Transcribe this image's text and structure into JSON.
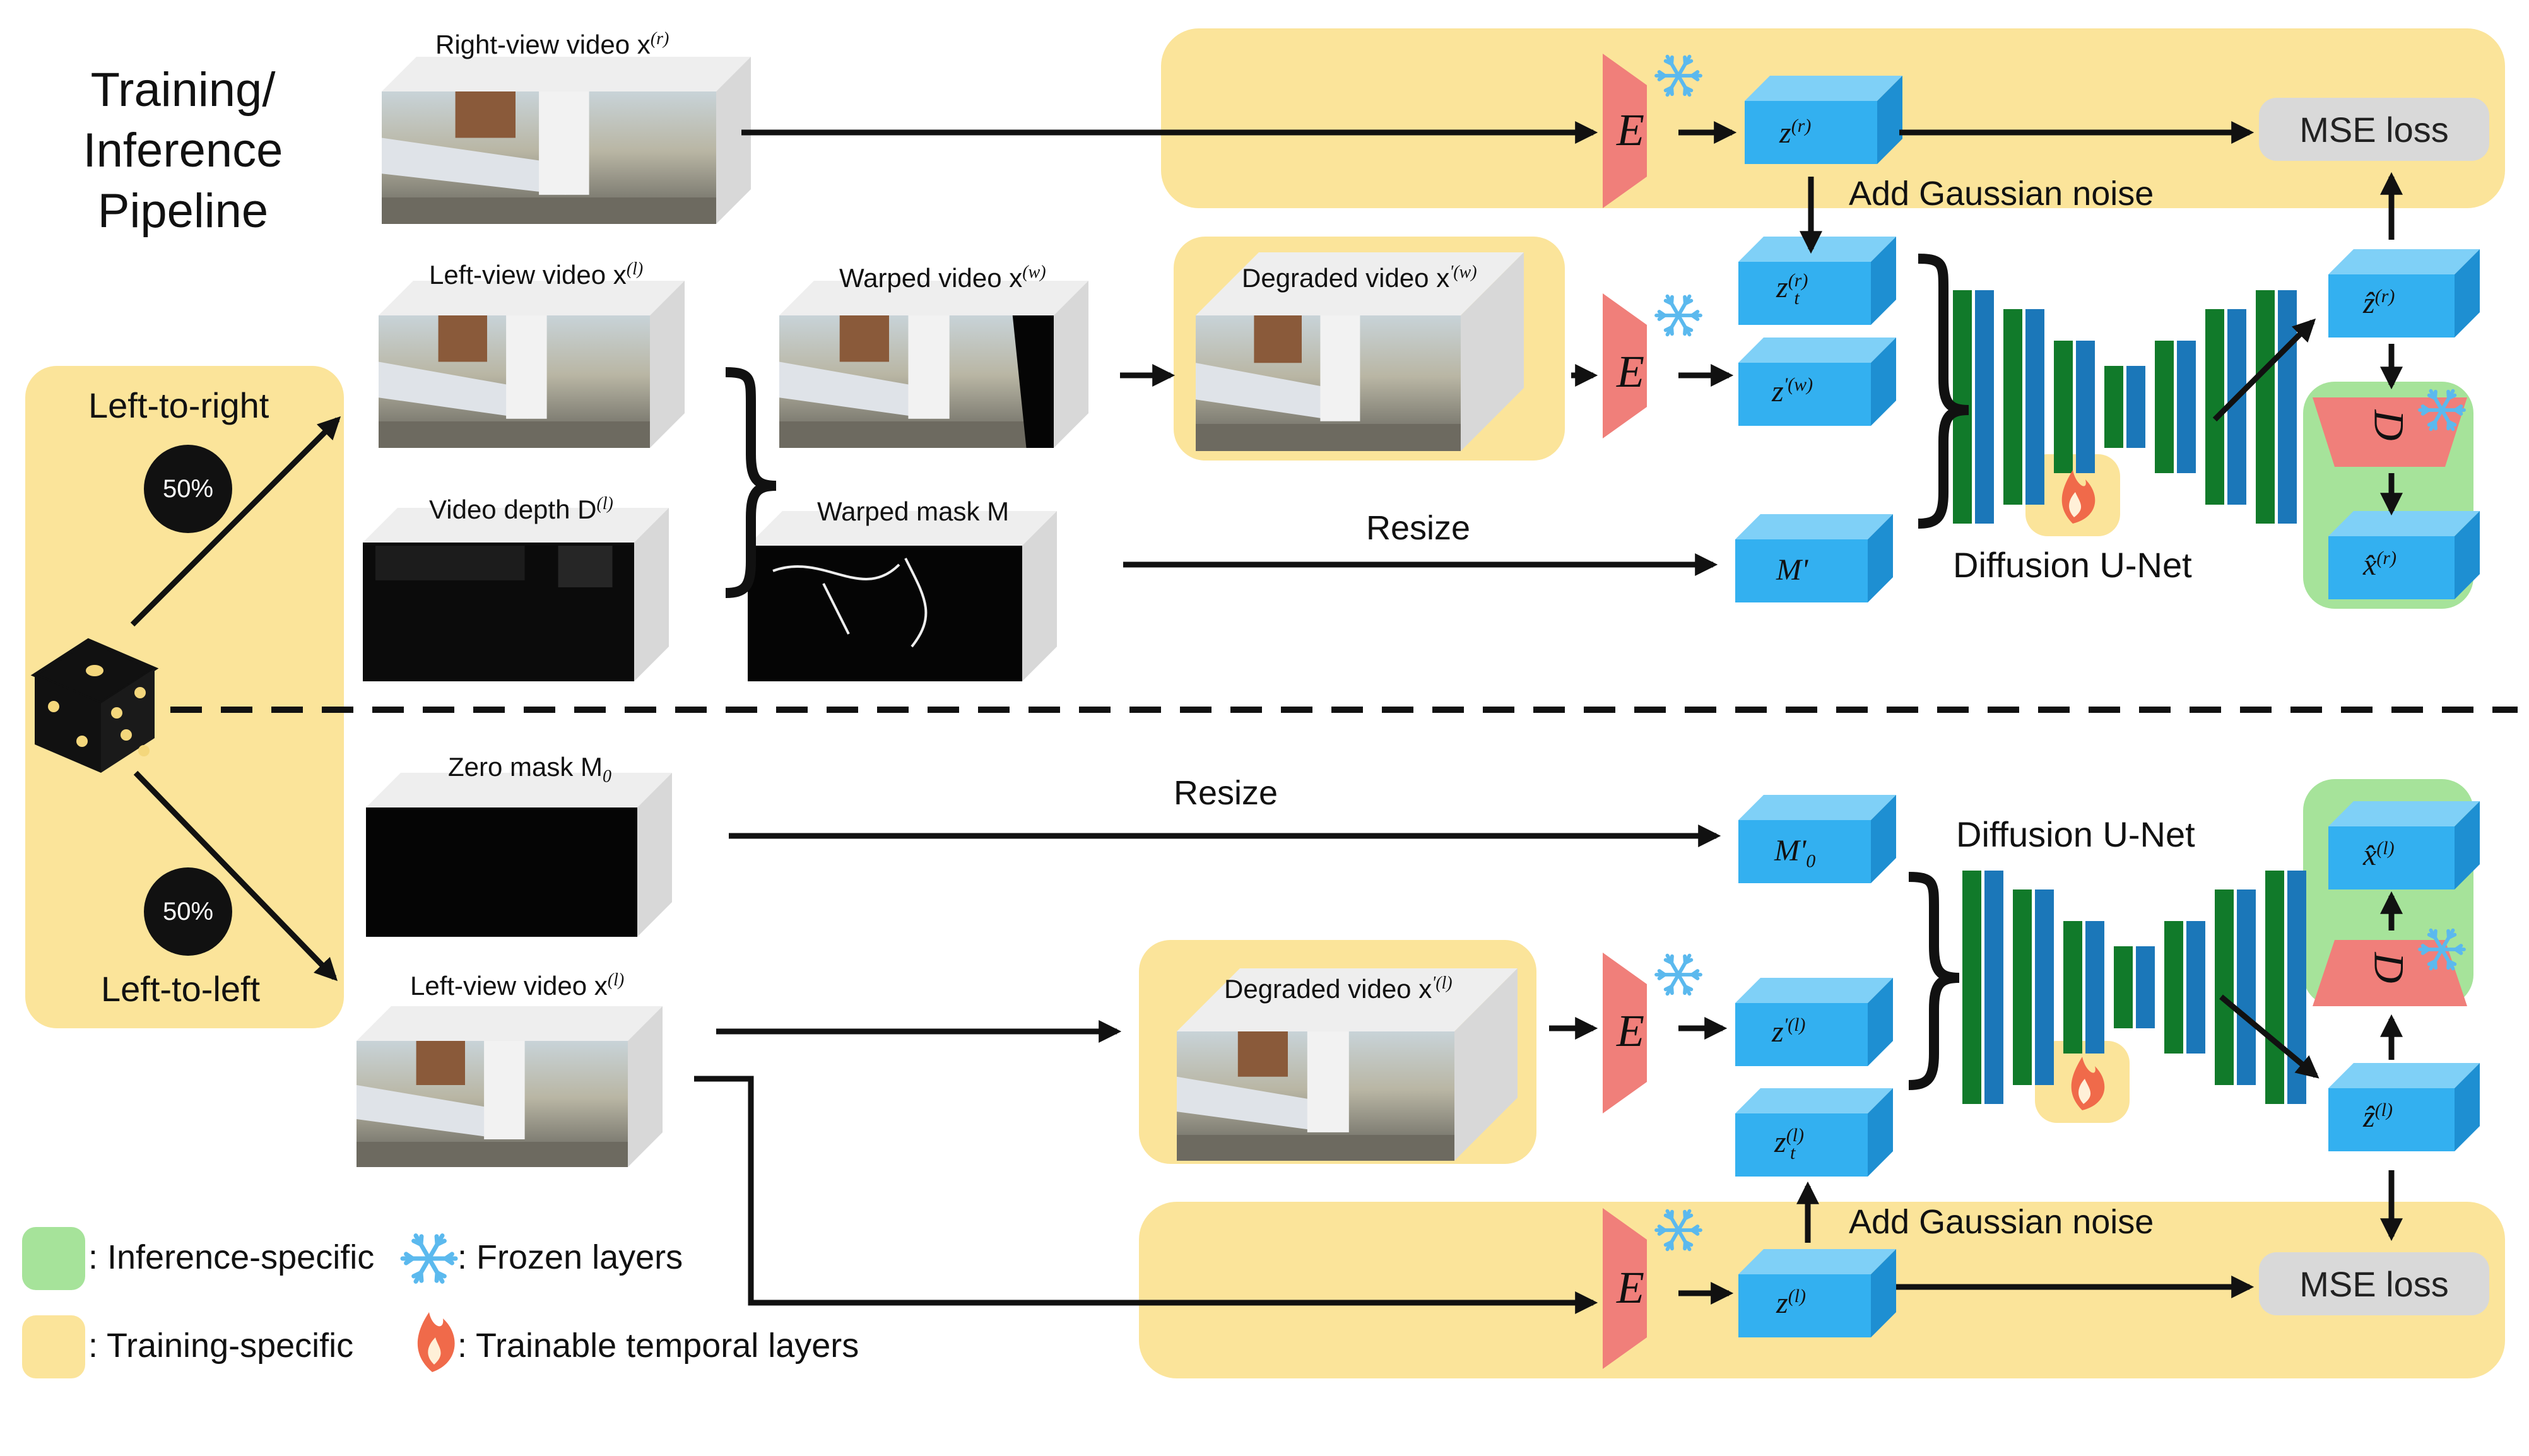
{
  "title": {
    "line1": "Training/",
    "line2": "Inference",
    "line3": "Pipeline"
  },
  "dice": {
    "top_label": "Left-to-right",
    "bottom_label": "Left-to-left",
    "top_pct": "50%",
    "bottom_pct": "50%"
  },
  "videos": {
    "right_view": "Right-view video x",
    "right_view_sup": "(r)",
    "left_view": "Left-view video x",
    "left_view_sup": "(l)",
    "video_depth": "Video depth D",
    "video_depth_sup": "(l)",
    "warped_video": "Warped video x",
    "warped_video_sup": "(w)",
    "warped_mask": "Warped mask M",
    "degraded_video_top": "Degraded video x",
    "degraded_video_top_sup": "'(w)",
    "zero_mask": "Zero mask M",
    "zero_mask_sub": "0",
    "left_view_bottom": "Left-view video x",
    "left_view_bottom_sup": "(l)",
    "degraded_video_bottom": "Degraded video x",
    "degraded_video_bottom_sup": "'(l)"
  },
  "encoder": {
    "symbol": "E"
  },
  "decoder": {
    "symbol": "D"
  },
  "latents": {
    "z_r": "z",
    "z_r_sup": "(r)",
    "z_t_r": "z",
    "z_t_r_sub": "t",
    "z_t_r_sup": "(r)",
    "z_w": "z",
    "z_w_sup": "'(w)",
    "m_prime": "M'",
    "z_hat_r": "ẑ",
    "z_hat_r_sup": "(r)",
    "x_hat_r": "x̂",
    "x_hat_r_sup": "(r)",
    "m0_prime": "M'",
    "m0_prime_sub": "0",
    "z_l_prime": "z",
    "z_l_prime_sup": "'(l)",
    "z_t_l": "z",
    "z_t_l_sub": "t",
    "z_t_l_sup": "(l)",
    "z_l": "z",
    "z_l_sup": "(l)",
    "z_hat_l": "ẑ",
    "z_hat_l_sup": "(l)",
    "x_hat_l": "x̂",
    "x_hat_l_sup": "(l)"
  },
  "labels": {
    "add_noise_top": "Add Gaussian noise",
    "add_noise_bottom": "Add Gaussian noise",
    "resize_top": "Resize",
    "resize_bottom": "Resize",
    "unet_top": "Diffusion U-Net",
    "unet_bottom": "Diffusion U-Net",
    "mse_top": "MSE loss",
    "mse_bottom": "MSE loss"
  },
  "legend": {
    "inference": ": Inference-specific",
    "frozen": ": Frozen layers",
    "training": ": Training-specific",
    "trainable": ": Trainable temporal layers"
  },
  "colors": {
    "training_bg": "#fbe49a",
    "inference_bg": "#a6e39a",
    "latent_front": "#33b0f0",
    "latent_top": "#7fd0f7",
    "latent_side": "#1e8fd2",
    "encoder": "#f07f7a",
    "unet_green": "#117a2a",
    "unet_blue": "#1b77b9",
    "frame_top": "#eeeeee",
    "frame_side": "#d8d8d8",
    "snowflake": "#5bb9ee",
    "fire": "#f06a4a"
  }
}
